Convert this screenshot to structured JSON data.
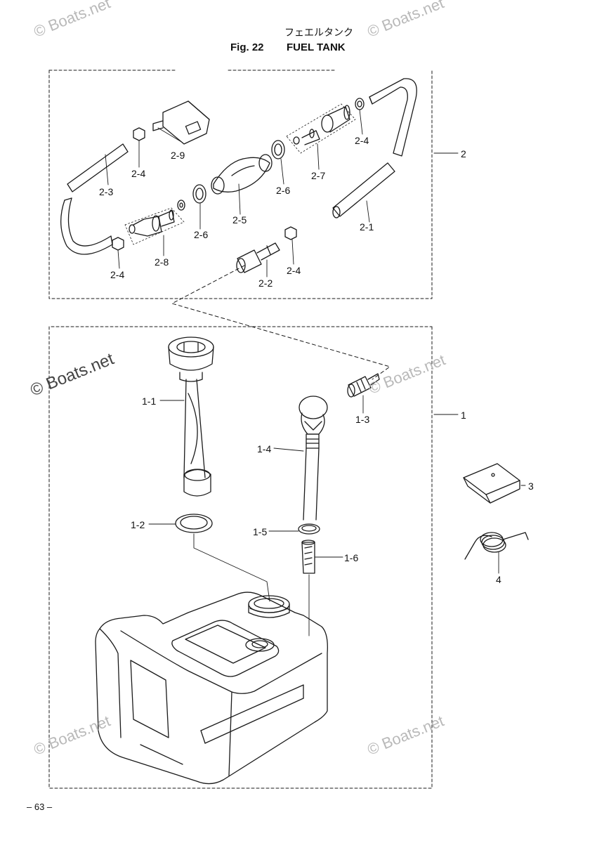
{
  "header": {
    "title_jp": "フェエルタンク",
    "fig_number": "Fig. 22",
    "fig_title": "FUEL TANK"
  },
  "callouts": {
    "c2_9": "2-9",
    "c2_4a": "2-4",
    "c2_3": "2-3",
    "c2_5": "2-5",
    "c2_6a": "2-6",
    "c2_6b": "2-6",
    "c2_7": "2-7",
    "c2_4b": "2-4",
    "c2_8": "2-8",
    "c2_4c": "2-4",
    "c2_4d": "2-4",
    "c2_2": "2-2",
    "c2_1": "2-1",
    "c2": "2",
    "c1_1": "1-1",
    "c1_2": "1-2",
    "c1_3": "1-3",
    "c1_4": "1-4",
    "c1_5": "1-5",
    "c1_6": "1-6",
    "c1": "1",
    "c3": "3",
    "c4": "4"
  },
  "watermark": "© Boats.net",
  "footer": {
    "page_number": "– 63 –"
  },
  "colors": {
    "line": "#1a1a1a",
    "watermark": "#b9b9b9"
  }
}
